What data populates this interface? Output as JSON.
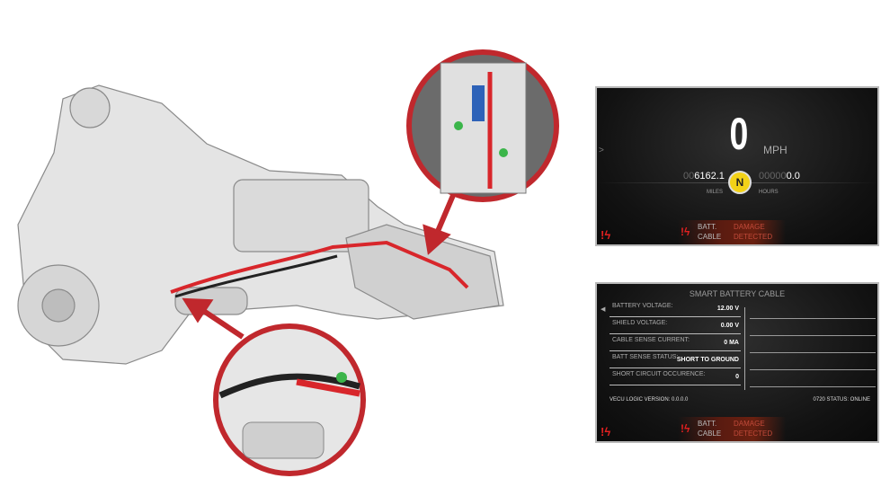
{
  "dashboard": {
    "speed": "0",
    "speed_unit": "MPH",
    "odometer_leading": "00",
    "odometer": "6162.1",
    "odometer_label": "MILES",
    "hours_leading": "00000",
    "hours": "0.0",
    "hours_label": "HOURS",
    "gear": "N",
    "gear_color": "#f3d217",
    "alert": {
      "label_line1": "BATT.",
      "label_line2": "CABLE",
      "status_line1": "DAMAGE",
      "status_line2": "DETECTED",
      "icon": "battery-fault-icon",
      "color": "#e02020"
    }
  },
  "cable_screen": {
    "title": "SMART BATTERY CABLE",
    "rows": [
      {
        "label": "BATTERY VOLTAGE:",
        "value": "12.00 V"
      },
      {
        "label": "SHIELD VOLTAGE:",
        "value": "0.00 V"
      },
      {
        "label": "CABLE SENSE CURRENT:",
        "value": "0 MA"
      },
      {
        "label": "BATT SENSE STATUS:",
        "value": "SHORT TO GROUND"
      },
      {
        "label": "SHORT CIRCUIT OCCURENCE:",
        "value": "0"
      }
    ],
    "logic_version": "VECU LOGIC VERSION: 0.0.0.0",
    "status": "0720 STATUS: ONLINE",
    "alert": {
      "label_line1": "BATT.",
      "label_line2": "CABLE",
      "status_line1": "DAMAGE",
      "status_line2": "DETECTED"
    }
  },
  "illustration": {
    "callout_color": "#c0282d",
    "cable_color": "#d8262b"
  }
}
